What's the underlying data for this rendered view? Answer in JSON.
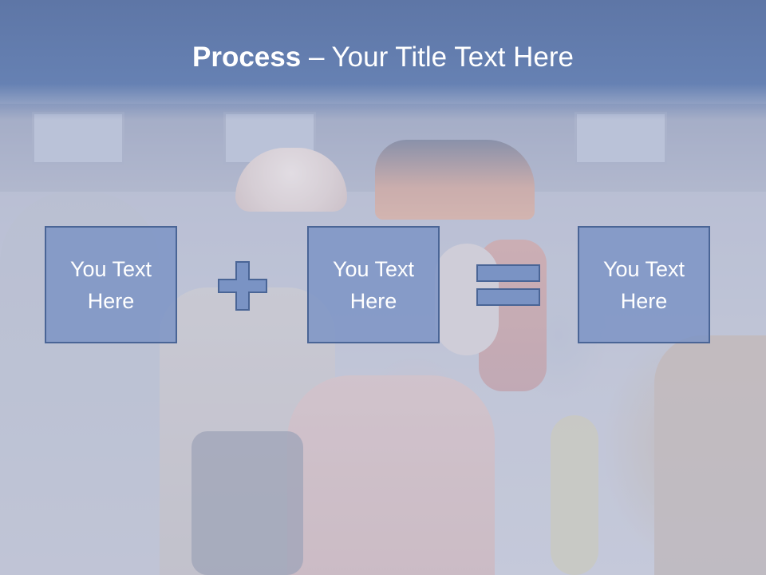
{
  "slide": {
    "title_bold": "Process",
    "title_rest": " – Your Title Text Here"
  },
  "process": {
    "steps": [
      {
        "text": "You Text Here"
      },
      {
        "text": "You Text Here"
      },
      {
        "text": "You Text Here"
      }
    ],
    "operator_1": "plus-icon",
    "operator_2": "equals-icon"
  },
  "colors": {
    "title_band": "#6681b3",
    "box_fill": "#7a93c4",
    "box_border": "#4a6596",
    "text": "#ffffff"
  }
}
